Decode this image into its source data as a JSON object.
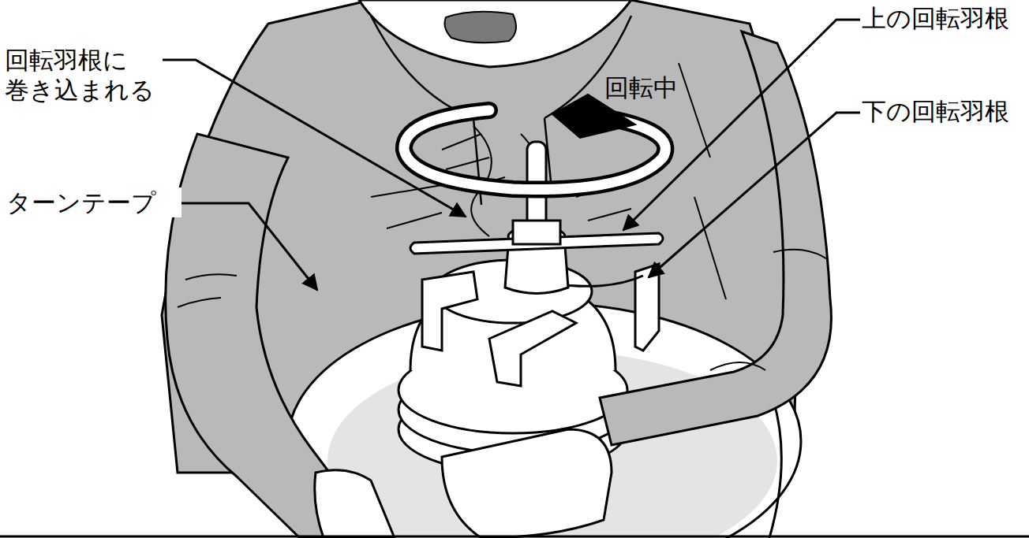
{
  "diagram": {
    "labels": [
      "上の回転羽根",
      "回転羽根に 巻き込まれる",
      "回転中",
      "下の回転羽根",
      "ターンテープ"
    ]
  }
}
